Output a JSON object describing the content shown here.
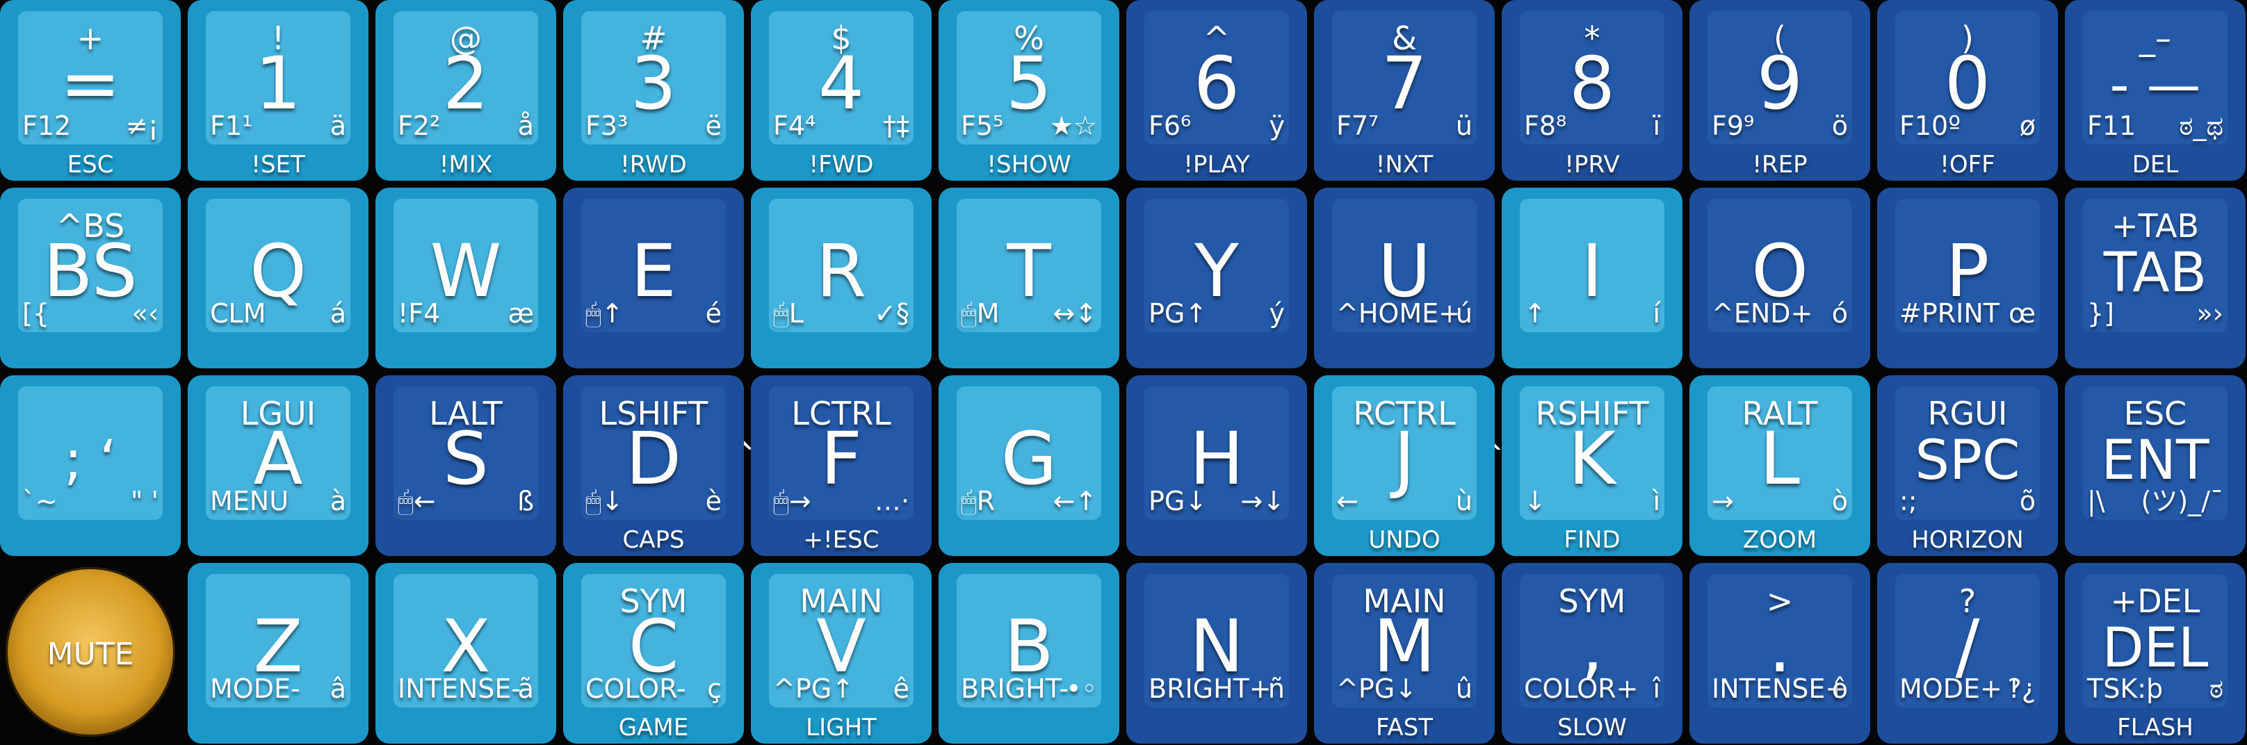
{
  "colors": {
    "light_key": "#1c98c8",
    "dark_key": "#1d4e9b",
    "knob": "#d59a22"
  },
  "keys": [
    {
      "top": "+",
      "main": "=",
      "bl": "F12",
      "br": "≠¡",
      "bot": "ESC",
      "shade": "lt"
    },
    {
      "top": "!",
      "main": "1",
      "bl": "F1¹",
      "br": "ä",
      "bot": "!SET",
      "shade": "lt"
    },
    {
      "top": "@",
      "main": "2",
      "bl": "F2²",
      "br": "å",
      "bot": "!MIX",
      "shade": "lt"
    },
    {
      "top": "#",
      "main": "3",
      "bl": "F3³",
      "br": "ë",
      "bot": "!RWD",
      "shade": "lt"
    },
    {
      "top": "$",
      "main": "4",
      "bl": "F4⁴",
      "br": "†‡",
      "bot": "!FWD",
      "shade": "lt"
    },
    {
      "top": "%",
      "main": "5",
      "bl": "F5⁵",
      "br": "★☆",
      "bot": "!SHOW",
      "shade": "lt"
    },
    {
      "top": "^",
      "main": "6",
      "bl": "F6⁶",
      "br": "ÿ",
      "bot": "!PLAY",
      "shade": "dk"
    },
    {
      "top": "&",
      "main": "7",
      "bl": "F7⁷",
      "br": "ü",
      "bot": "!NXT",
      "shade": "dk"
    },
    {
      "top": "*",
      "main": "8",
      "bl": "F8⁸",
      "br": "ï",
      "bot": "!PRV",
      "shade": "dk"
    },
    {
      "top": "(",
      "main": "9",
      "bl": "F9⁹",
      "br": "ö",
      "bot": "!REP",
      "shade": "dk"
    },
    {
      "top": ")",
      "main": "0",
      "bl": "F10º",
      "br": "ø",
      "bot": "!OFF",
      "shade": "dk"
    },
    {
      "top": "_–",
      "main": "- —",
      "bl": "F11",
      "br": "ಠ_ಥ",
      "bot": "DEL",
      "shade": "dk"
    },
    {
      "top": "^BS",
      "main": "BS",
      "bl": "[{",
      "br": "«‹",
      "bot": "",
      "shade": "lt"
    },
    {
      "top": "",
      "main": "Q",
      "bl": "CLM",
      "br": "á",
      "bot": "",
      "shade": "lt"
    },
    {
      "top": "",
      "main": "W",
      "bl": "!F4",
      "br": "æ",
      "bot": "",
      "shade": "lt"
    },
    {
      "top": "",
      "main": "E",
      "bl": "🖱↑",
      "br": "é",
      "bot": "",
      "shade": "dk"
    },
    {
      "top": "",
      "main": "R",
      "bl": "🖱L",
      "br": "✓§",
      "bot": "",
      "shade": "lt"
    },
    {
      "top": "",
      "main": "T",
      "bl": "🖱M",
      "br": "↔↕",
      "bot": "",
      "shade": "lt"
    },
    {
      "top": "",
      "main": "Y",
      "bl": "PG↑",
      "br": "ý",
      "bot": "",
      "shade": "dk"
    },
    {
      "top": "",
      "main": "U",
      "bl": "^HOME+",
      "br": "ú",
      "bot": "",
      "shade": "dk"
    },
    {
      "top": "",
      "main": "I",
      "bl": "↑",
      "br": "í",
      "bot": "",
      "shade": "lt"
    },
    {
      "top": "",
      "main": "O",
      "bl": "^END+",
      "br": "ó",
      "bot": "",
      "shade": "dk"
    },
    {
      "top": "",
      "main": "P",
      "bl": "#PRINT",
      "br": "œ",
      "bot": "",
      "shade": "dk"
    },
    {
      "top": "+TAB",
      "main": "TAB",
      "bl": "}]",
      "br": "»›",
      "bot": "",
      "shade": "dk"
    },
    {
      "top": "",
      "main": "; ‘",
      "bl": "`~",
      "br": "\" '",
      "bot": "",
      "shade": "lt"
    },
    {
      "top": "LGUI",
      "main": "A",
      "bl": "MENU",
      "br": "à",
      "bot": "",
      "shade": "lt"
    },
    {
      "top": "LALT",
      "main": "S",
      "bl": "🖱←",
      "br": "ß",
      "bot": "",
      "shade": "dk"
    },
    {
      "top": "LSHIFT",
      "main": "D",
      "bl": "🖱↓",
      "br": "è",
      "bot": "CAPS",
      "shade": "dk"
    },
    {
      "top": "LCTRL",
      "main": "F",
      "bl": "🖱→",
      "br": "…·",
      "bot": "+!ESC",
      "shade": "dk"
    },
    {
      "top": "",
      "main": "G",
      "bl": "🖱R",
      "br": "←↑",
      "bot": "",
      "shade": "lt"
    },
    {
      "top": "",
      "main": "H",
      "bl": "PG↓",
      "br": "→↓",
      "bot": "",
      "shade": "dk"
    },
    {
      "top": "RCTRL",
      "main": "J",
      "bl": "←",
      "br": "ù",
      "bot": "UNDO",
      "shade": "lt"
    },
    {
      "top": "RSHIFT",
      "main": "K",
      "bl": "↓",
      "br": "ì",
      "bot": "FIND",
      "shade": "lt"
    },
    {
      "top": "RALT",
      "main": "L",
      "bl": "→",
      "br": "ò",
      "bot": "ZOOM",
      "shade": "lt"
    },
    {
      "top": "RGUI",
      "main": "SPC",
      "bl": ":;",
      "br": "õ",
      "bot": "HORIZON",
      "shade": "dk"
    },
    {
      "top": "ESC",
      "main": "ENT",
      "bl": "|\\",
      "br": "(ツ)_/¯",
      "bot": "",
      "shade": "dk"
    },
    {
      "top": "",
      "main": "Z",
      "bl": "MODE-",
      "br": "â",
      "bot": "",
      "shade": "lt"
    },
    {
      "top": "",
      "main": "X",
      "bl": "INTENSE-",
      "br": "ã",
      "bot": "",
      "shade": "lt"
    },
    {
      "top": "SYM",
      "main": "C",
      "bl": "COLOR-",
      "br": "ç",
      "bot": "GAME",
      "shade": "lt"
    },
    {
      "top": "MAIN",
      "main": "V",
      "bl": "^PG↑",
      "br": "ê",
      "bot": "LIGHT",
      "shade": "lt"
    },
    {
      "top": "",
      "main": "B",
      "bl": "BRIGHT-",
      "br": "•◦",
      "bot": "",
      "shade": "lt"
    },
    {
      "top": "",
      "main": "N",
      "bl": "BRIGHT+",
      "br": "ñ",
      "bot": "",
      "shade": "dk"
    },
    {
      "top": "MAIN",
      "main": "M",
      "bl": "^PG↓",
      "br": "û",
      "bot": "FAST",
      "shade": "dk"
    },
    {
      "top": "SYM",
      "main": ",",
      "bl": "COLOR+",
      "br": "î",
      "bot": "SLOW",
      "shade": "dk"
    },
    {
      "top": ">",
      "main": ".",
      "bl": "INTENSE+",
      "br": "ô",
      "bot": "",
      "shade": "dk"
    },
    {
      "top": "?",
      "main": "/",
      "bl": "MODE+",
      "br": "‽¿",
      "bot": "",
      "shade": "dk"
    },
    {
      "top": "+DEL",
      "main": "DEL",
      "bl": "TSK:þ",
      "br": "ಠ",
      "bot": "FLASH",
      "shade": "dk"
    }
  ],
  "side_arrows": [
    "^←",
    "^→"
  ],
  "knob": {
    "label": "MUTE"
  }
}
